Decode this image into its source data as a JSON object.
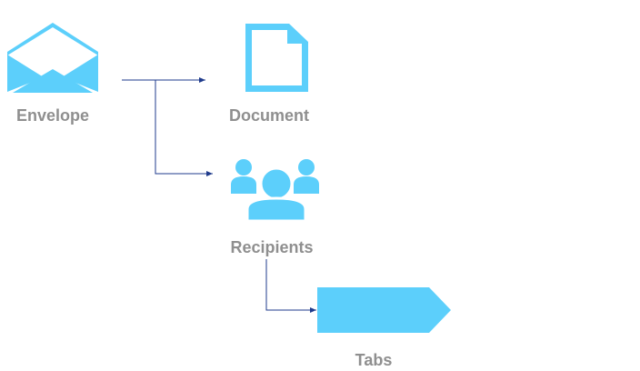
{
  "diagram": {
    "nodes": {
      "envelope": {
        "label": "Envelope",
        "icon": "envelope-open-icon"
      },
      "document": {
        "label": "Document",
        "icon": "document-icon"
      },
      "recipients": {
        "label": "Recipients",
        "icon": "people-group-icon"
      },
      "tabs": {
        "label": "Tabs",
        "icon": "tab-pentagon-icon"
      }
    },
    "colors": {
      "icon": "#5ccffb",
      "label": "#8f8f8f",
      "connector": "#1f3b8c"
    }
  }
}
